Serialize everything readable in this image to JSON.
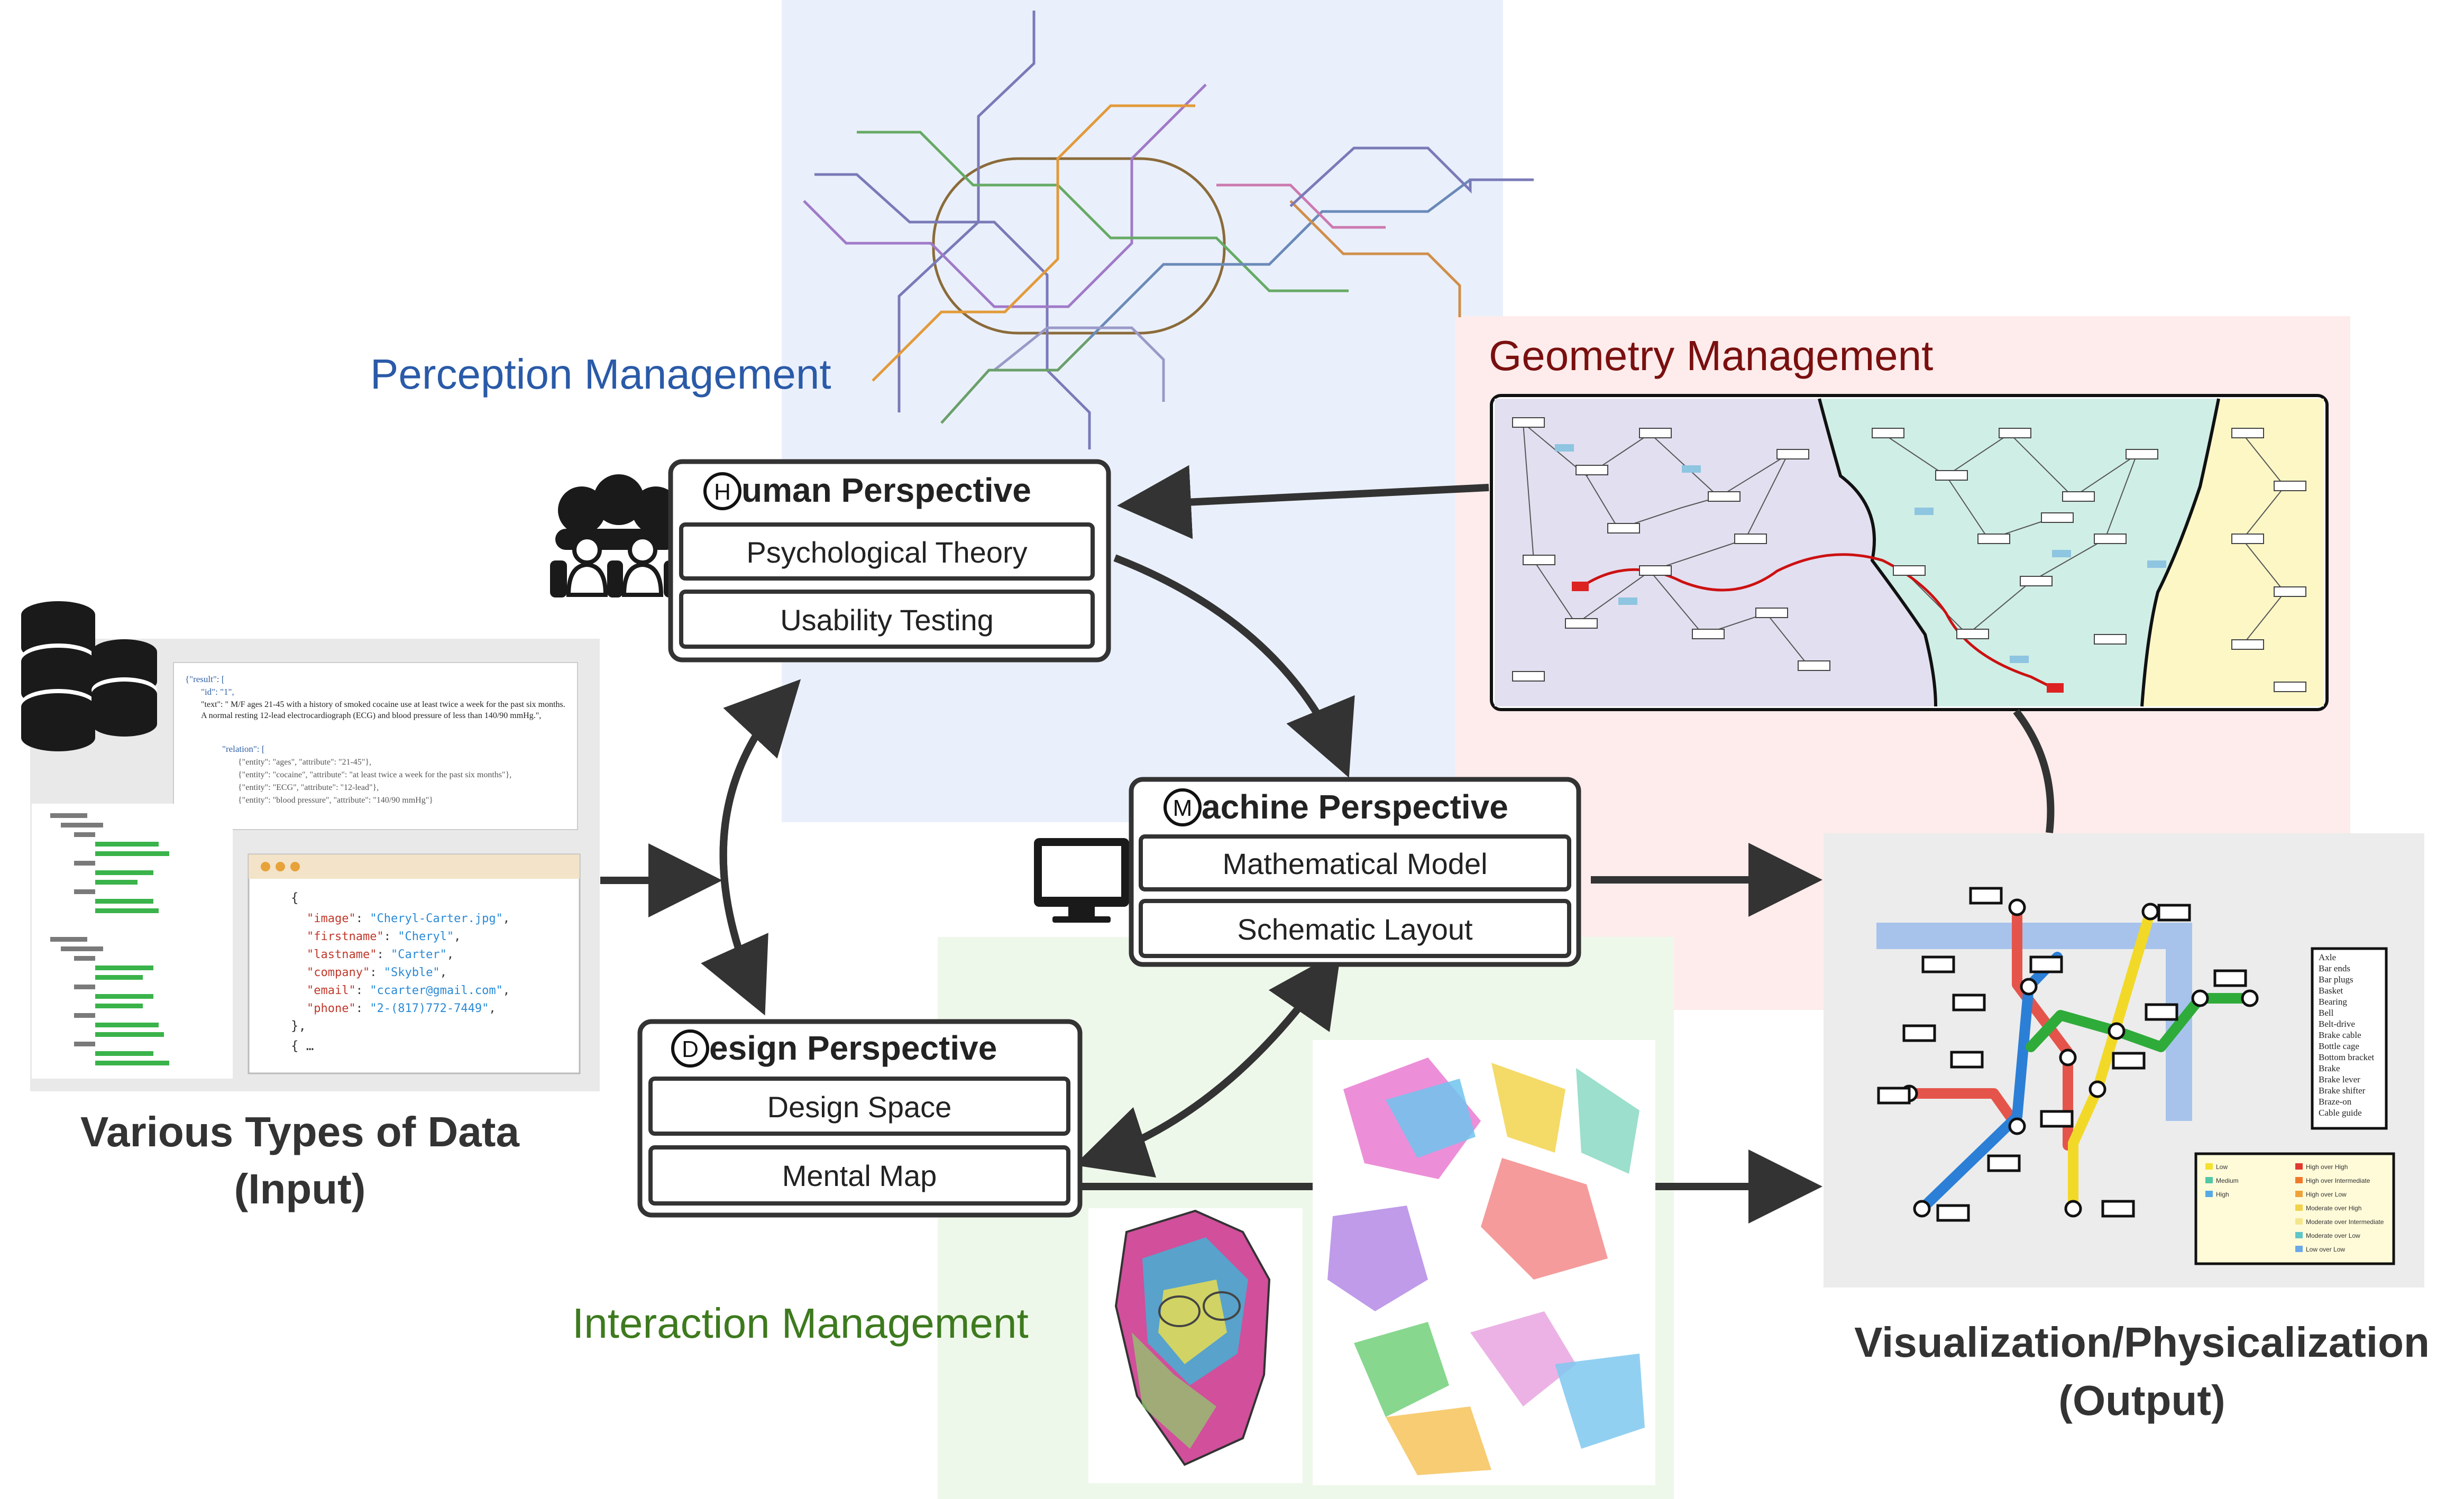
{
  "labels": {
    "perception": "Perception Management",
    "geometry": "Geometry Management",
    "interaction": "Interaction Management",
    "input_line1": "Various Types of Data",
    "input_line2": "(Input)",
    "output_line1": "Visualization/Physicalization",
    "output_line2": "(Output)"
  },
  "perspectives": {
    "human": {
      "initial": "H",
      "rest": "uman Perspective",
      "items": [
        "Psychological Theory",
        "Usability Testing"
      ]
    },
    "machine": {
      "initial": "M",
      "rest": "achine Perspective",
      "items": [
        "Mathematical Model",
        "Schematic Layout"
      ]
    },
    "design": {
      "initial": "D",
      "rest": "esign Perspective",
      "items": [
        "Design Space",
        "Mental Map"
      ]
    }
  },
  "json_snippet": [
    {
      "k": "\"image\"",
      "v": "\"Cheryl-Carter.jpg\""
    },
    {
      "k": "\"firstname\"",
      "v": "\"Cheryl\""
    },
    {
      "k": "\"lastname\"",
      "v": "\"Carter\""
    },
    {
      "k": "\"company\"",
      "v": "\"Skyble\""
    },
    {
      "k": "\"email\"",
      "v": "\"ccarter@gmail.com\""
    },
    {
      "k": "\"phone\"",
      "v": "\"2-(817)772-7449\""
    }
  ],
  "text_doc": {
    "head": "{\"result\": [",
    "id": "\"id\": \"1\",",
    "text": "\"text\": \" M/F ages 21-45 with a history of smoked cocaine use at least twice a week for the past six months. A normal resting 12-lead electrocardiograph (ECG) and blood pressure of less than 140/90 mmHg.\",",
    "relation": "\"relation\": [",
    "r1": "{\"entity\": \"ages\", \"attribute\": \"21-45\"},",
    "r2": "{\"entity\": \"cocaine\", \"attribute\": \"at least twice a week for the past six months\"},",
    "r3": "{\"entity\": \"ECG\", \"attribute\": \"12-lead\"},",
    "r4": "{\"entity\": \"blood pressure\", \"attribute\": \"140/90 mmHg\"}"
  },
  "output_legend_parts": [
    "Axle",
    "Bar ends",
    "Bar plugs",
    "Basket",
    "Bearing",
    "Bell",
    "Belt-drive",
    "Brake cable",
    "Bottle cage",
    "Bottom bracket",
    "Brake",
    "Brake lever",
    "Brake shifter",
    "Braze-on",
    "Cable guide"
  ],
  "output_legend_levels": [
    "Low",
    "Medium",
    "High",
    "High over High",
    "High over Intermediate",
    "High over Low",
    "Moderate over High",
    "Moderate over Intermediate",
    "Moderate over Low",
    "Low over Low"
  ],
  "colors": {
    "perception_label": "#2a5aa8",
    "geometry_label": "#7a0f0f",
    "interaction_label": "#3d7a1e",
    "perception_bg": "#eaf0fb",
    "geometry_bg": "#fdeceb",
    "interaction_bg": "#eef8ea",
    "output_bg": "#ececec",
    "box_stroke": "#333333",
    "arrow": "#333333"
  },
  "icons": [
    "people-group-icon",
    "database-icon",
    "monitor-icon",
    "designer-icon",
    "browser-window-icon"
  ]
}
